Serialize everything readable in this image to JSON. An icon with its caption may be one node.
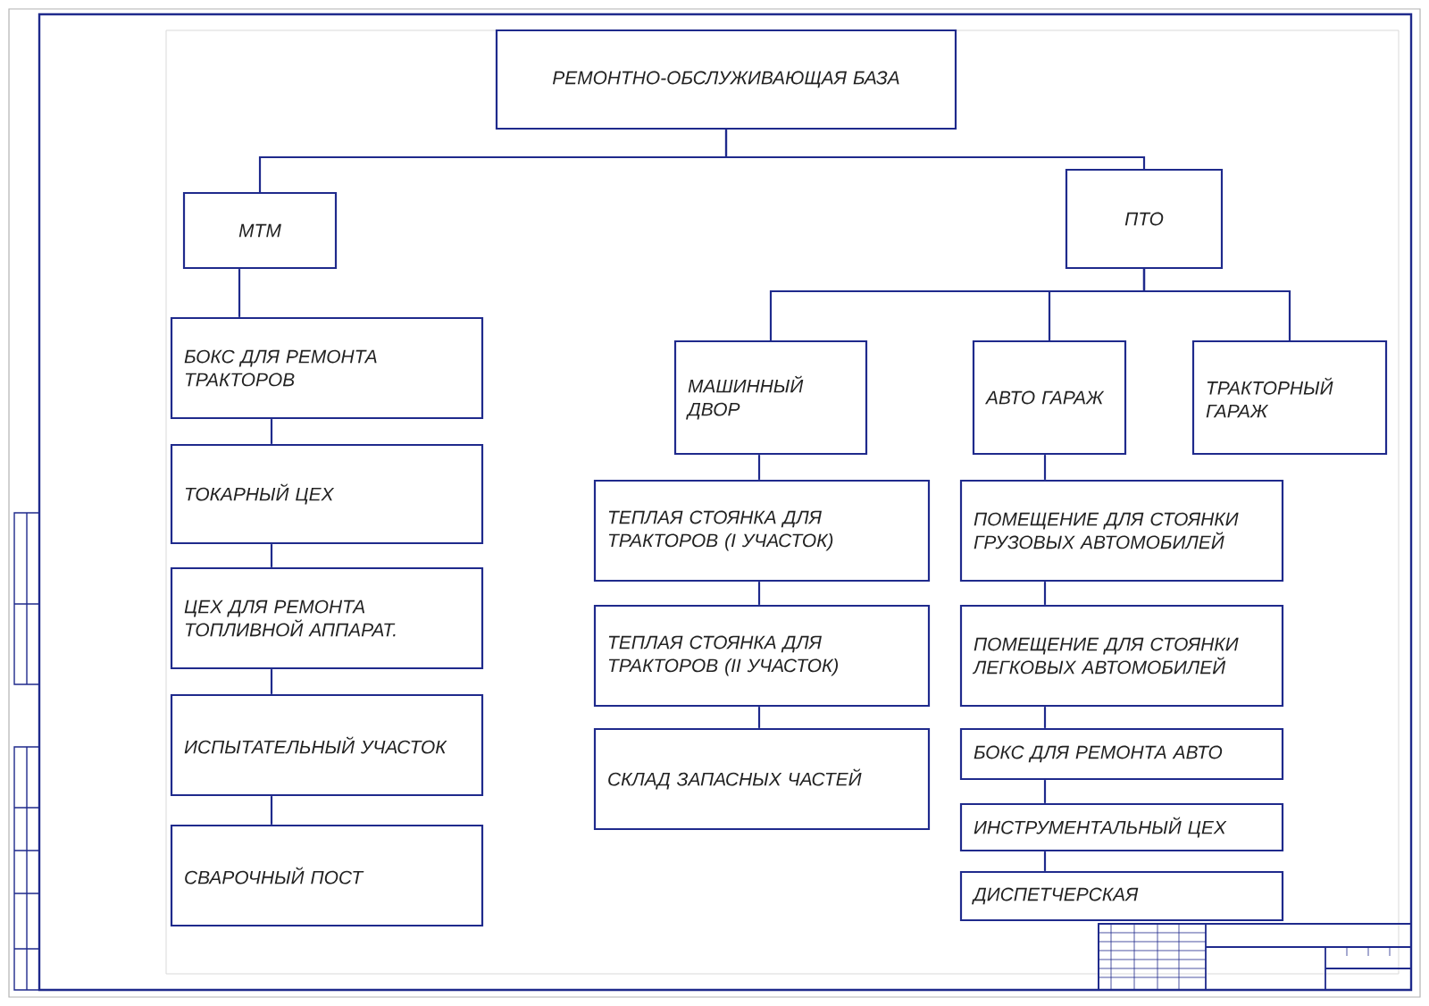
{
  "diagram": {
    "nodes": [
      {
        "text": [
          "РЕМОНТНО-ОБСЛУЖИВАЮЩАЯ БАЗА"
        ]
      },
      {
        "text": [
          "МТМ"
        ]
      },
      {
        "text": [
          "ПТО"
        ]
      },
      {
        "text": [
          "БОКС ДЛЯ РЕМОНТА ТРАКТОРОВ"
        ]
      },
      {
        "text": [
          "ТОКАРНЫЙ ЦЕХ"
        ]
      },
      {
        "text": [
          "ЦЕХ ДЛЯ РЕМОНТА ТОПЛИВНОЙ АППАРАТ."
        ]
      },
      {
        "text": [
          "ИСПЫТАТЕЛЬНЫЙ УЧАСТОК"
        ]
      },
      {
        "text": [
          "СВАРОЧНЫЙ ПОСТ"
        ]
      },
      {
        "text": [
          "МАШИННЫЙ ДВОР"
        ]
      },
      {
        "text": [
          "АВТО ГАРАЖ"
        ]
      },
      {
        "text": [
          "ТРАКТОРНЫЙ ГАРАЖ"
        ]
      },
      {
        "text": [
          "ТЕПЛАЯ СТОЯНКА ДЛЯ ТРАКТОРОВ (I УЧАСТОК)"
        ]
      },
      {
        "text": [
          "ТЕПЛАЯ СТОЯНКА ДЛЯ ТРАКТОРОВ (II УЧАСТОК)"
        ]
      },
      {
        "text": [
          "СКЛАД ЗАПАСНЫХ ЧАСТЕЙ"
        ]
      },
      {
        "text": [
          "ПОМЕЩЕНИЕ ДЛЯ СТОЯНКИ ГРУЗОВЫХ АВТОМОБИЛЕЙ"
        ]
      },
      {
        "text": [
          "ПОМЕЩЕНИЕ ДЛЯ СТОЯНКИ ЛЕГКОВЫХ АВТОМОБИЛЕЙ"
        ]
      },
      {
        "text": [
          "БОКС ДЛЯ РЕМОНТА АВТО"
        ]
      },
      {
        "text": [
          "ИНСТРУМЕНТАЛЬНЫЙ ЦЕХ"
        ]
      },
      {
        "text": [
          "ДИСПЕТЧЕРСКАЯ"
        ]
      }
    ],
    "edges": [
      {
        "from": 0,
        "to": 1,
        "arrow": "none"
      },
      {
        "from": 0,
        "to": 2,
        "arrow": "none"
      },
      {
        "from": 1,
        "to": 3,
        "arrow": "none"
      },
      {
        "from": 3,
        "to": 4,
        "arrow": "none"
      },
      {
        "from": 4,
        "to": 5,
        "arrow": "none"
      },
      {
        "from": 5,
        "to": 6,
        "arrow": "none"
      },
      {
        "from": 6,
        "to": 7,
        "arrow": "none"
      },
      {
        "from": 2,
        "to": 8,
        "arrow": "none"
      },
      {
        "from": 2,
        "to": 9,
        "arrow": "none"
      },
      {
        "from": 2,
        "to": 10,
        "arrow": "none"
      },
      {
        "from": 8,
        "to": 11,
        "arrow": "none"
      },
      {
        "from": 11,
        "to": 12,
        "arrow": "none"
      },
      {
        "from": 12,
        "to": 13,
        "arrow": "none"
      },
      {
        "from": 9,
        "to": 14,
        "arrow": "none"
      },
      {
        "from": 14,
        "to": 15,
        "arrow": "none"
      },
      {
        "from": 15,
        "to": 16,
        "arrow": "none"
      },
      {
        "from": 16,
        "to": 17,
        "arrow": "none"
      },
      {
        "from": 17,
        "to": 18,
        "arrow": "none"
      }
    ]
  }
}
